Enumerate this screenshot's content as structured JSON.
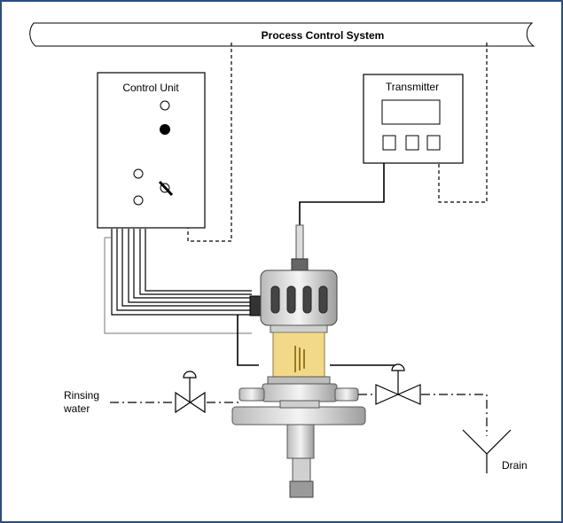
{
  "diagram": {
    "bus_label": "Process Control System",
    "control_unit_label": "Control Unit",
    "transmitter_label": "Transmitter",
    "rinsing_label_line1": "Rinsing",
    "rinsing_label_line2": "water",
    "drain_label": "Drain"
  },
  "colors": {
    "frame": "#2f4d7a",
    "line": "#000000",
    "sensor_body": "#e2e2e2",
    "sensor_yellow": "#f2d98a"
  }
}
